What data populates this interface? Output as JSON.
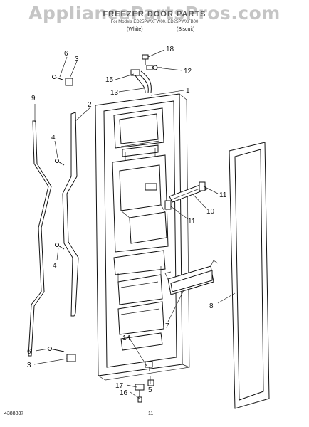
{
  "watermark": "AppliancePartsPros.com",
  "title": "FREEZER DOOR PARTS",
  "subtitle": "For Models ED25PWXFW00, ED25PWXFB00",
  "finishes": {
    "white": "(White)",
    "biscuit": "(Biscuit)"
  },
  "labels": {
    "p1": "1",
    "p2": "2",
    "p3a": "3",
    "p3b": "3",
    "p4a": "4",
    "p4b": "4",
    "p5": "5",
    "p6a": "6",
    "p6b": "6",
    "p7": "7",
    "p8": "8",
    "p9": "9",
    "p10": "10",
    "p11a": "11",
    "p11b": "11",
    "p12": "12",
    "p13": "13",
    "p14": "14",
    "p15": "15",
    "p16": "16",
    "p17": "17",
    "p18": "18"
  },
  "footer": {
    "part_number": "4388837",
    "page": "11"
  }
}
